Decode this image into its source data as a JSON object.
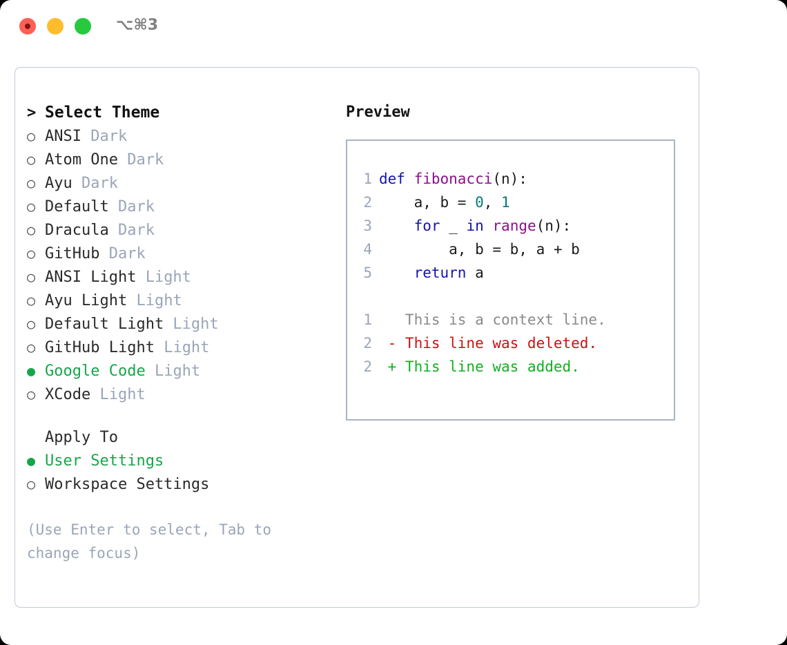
{
  "titlebar": {
    "shortcut": "⌥⌘3",
    "traffic_lights": [
      "close",
      "minimize",
      "maximize"
    ],
    "colors": {
      "close": "#ff5f56",
      "minimize": "#ffbd2e",
      "maximize": "#27c93f"
    }
  },
  "theme_picker": {
    "header": {
      "caret": ">",
      "label": "Select Theme"
    },
    "items": [
      {
        "bullet": "○",
        "name": "ANSI",
        "kind": "Dark",
        "selected": false
      },
      {
        "bullet": "○",
        "name": "Atom One",
        "kind": "Dark",
        "selected": false
      },
      {
        "bullet": "○",
        "name": "Ayu",
        "kind": "Dark",
        "selected": false
      },
      {
        "bullet": "○",
        "name": "Default",
        "kind": "Dark",
        "selected": false
      },
      {
        "bullet": "○",
        "name": "Dracula",
        "kind": "Dark",
        "selected": false
      },
      {
        "bullet": "○",
        "name": "GitHub",
        "kind": "Dark",
        "selected": false
      },
      {
        "bullet": "○",
        "name": "ANSI Light",
        "kind": "Light",
        "selected": false
      },
      {
        "bullet": "○",
        "name": "Ayu Light",
        "kind": "Light",
        "selected": false
      },
      {
        "bullet": "○",
        "name": "Default Light",
        "kind": "Light",
        "selected": false
      },
      {
        "bullet": "○",
        "name": "GitHub Light",
        "kind": "Light",
        "selected": false
      },
      {
        "bullet": "●",
        "name": "Google Code",
        "kind": "Light",
        "selected": true
      },
      {
        "bullet": "○",
        "name": "XCode",
        "kind": "Light",
        "selected": false
      }
    ]
  },
  "apply_to": {
    "label": "Apply To",
    "options": [
      {
        "bullet": "●",
        "name": "User Settings",
        "selected": true
      },
      {
        "bullet": "○",
        "name": "Workspace Settings",
        "selected": false
      }
    ]
  },
  "hint": "(Use Enter to select, Tab to change focus)",
  "preview": {
    "heading": "Preview",
    "code_lines": [
      {
        "no": "1",
        "tokens": [
          {
            "t": "def ",
            "c": "kw"
          },
          {
            "t": "fibonacci",
            "c": "fn"
          },
          {
            "t": "(n):",
            "c": "plain"
          }
        ]
      },
      {
        "no": "2",
        "tokens": [
          {
            "t": "    a, b = ",
            "c": "plain"
          },
          {
            "t": "0",
            "c": "num"
          },
          {
            "t": ", ",
            "c": "plain"
          },
          {
            "t": "1",
            "c": "num"
          }
        ]
      },
      {
        "no": "3",
        "tokens": [
          {
            "t": "    ",
            "c": "plain"
          },
          {
            "t": "for",
            "c": "kw"
          },
          {
            "t": " _ ",
            "c": "plain"
          },
          {
            "t": "in",
            "c": "kw"
          },
          {
            "t": " ",
            "c": "plain"
          },
          {
            "t": "range",
            "c": "fn"
          },
          {
            "t": "(n):",
            "c": "plain"
          }
        ]
      },
      {
        "no": "4",
        "tokens": [
          {
            "t": "        a, b = b, a + b",
            "c": "plain"
          }
        ]
      },
      {
        "no": "5",
        "tokens": [
          {
            "t": "    ",
            "c": "plain"
          },
          {
            "t": "return",
            "c": "kw"
          },
          {
            "t": " a",
            "c": "plain"
          }
        ]
      }
    ],
    "diff_lines": [
      {
        "no": "1",
        "marker": " ",
        "text": " This is a context line.",
        "kind": "ctx"
      },
      {
        "no": "2",
        "marker": "-",
        "text": " This line was deleted.",
        "kind": "del"
      },
      {
        "no": "2",
        "marker": "+",
        "text": " This line was added.",
        "kind": "add"
      }
    ]
  },
  "colors": {
    "accent_green": "#16a64a",
    "muted": "#9aa5b8",
    "keyword": "#1414a8",
    "function": "#8c0f8c",
    "number": "#057a77",
    "diff_add": "#10b020",
    "diff_del": "#cc1111",
    "border": "#a9b3c6",
    "panel_border": "#c3c9d6"
  }
}
